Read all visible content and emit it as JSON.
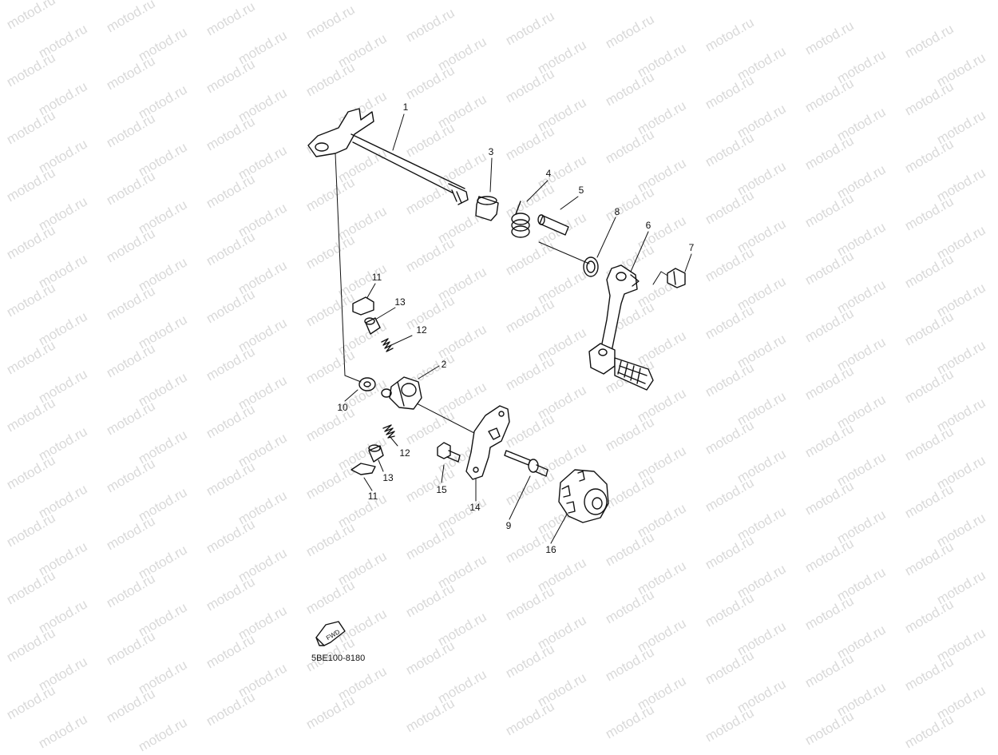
{
  "watermark": {
    "text": "motod.ru",
    "color": "#d9d9d9"
  },
  "diagram_code": "5BE100-8180",
  "fwd_label": "FWD",
  "callouts": [
    {
      "id": "c1",
      "text": "1"
    },
    {
      "id": "c2",
      "text": "2"
    },
    {
      "id": "c3",
      "text": "3"
    },
    {
      "id": "c4",
      "text": "4"
    },
    {
      "id": "c5",
      "text": "5"
    },
    {
      "id": "c6",
      "text": "6"
    },
    {
      "id": "c7",
      "text": "7"
    },
    {
      "id": "c8",
      "text": "8"
    },
    {
      "id": "c9",
      "text": "9"
    },
    {
      "id": "c10",
      "text": "10"
    },
    {
      "id": "c11a",
      "text": "11"
    },
    {
      "id": "c11b",
      "text": "11"
    },
    {
      "id": "c12a",
      "text": "12"
    },
    {
      "id": "c12b",
      "text": "12"
    },
    {
      "id": "c13a",
      "text": "13"
    },
    {
      "id": "c13b",
      "text": "13"
    },
    {
      "id": "c14",
      "text": "14"
    },
    {
      "id": "c15",
      "text": "15"
    },
    {
      "id": "c16",
      "text": "16"
    }
  ]
}
